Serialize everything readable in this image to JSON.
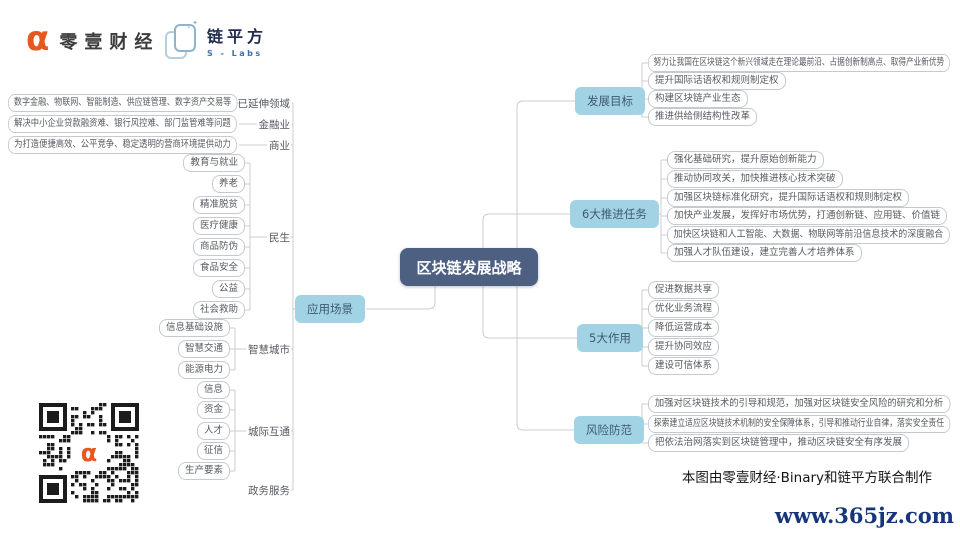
{
  "header": {
    "brand_01": {
      "logo": "α",
      "name": "零壹财经"
    },
    "brand_chainsquare": {
      "name": "链平方",
      "sublabel": "S - Labs"
    }
  },
  "footer": {
    "credit": "本图由零壹财经·Binary和链平方联合制作",
    "watermark": "www.365jz.com"
  },
  "colors": {
    "root_bg": "#4d6082",
    "root_text": "#ffffff",
    "branch_bg": "#a2d3e5",
    "branch_text": "#3e5a6e",
    "line": "#c9ccd0",
    "leaf_border": "#c6cacd",
    "leaf_text": "#565b60",
    "accent_orange": "#e8571d",
    "watermark_blue": "#16357d"
  },
  "qr": {
    "center_glyph": "α"
  },
  "mindmap": {
    "root": "区块链发展战略",
    "left_branch": {
      "label": "应用场景",
      "groups": [
        {
          "label": "已延伸领域",
          "items": [
            "数字金融、物联网、智能制造、供应链管理、数字资产交易等"
          ]
        },
        {
          "label": "金融业",
          "items": [
            "解决中小企业贷款融资难、银行风控难、部门监管难等问题"
          ]
        },
        {
          "label": "商业",
          "items": [
            "为打造便捷高效、公平竞争、稳定透明的营商环境提供动力"
          ]
        },
        {
          "label": "民生",
          "items": [
            "教育与就业",
            "养老",
            "精准脱贫",
            "医疗健康",
            "商品防伪",
            "食品安全",
            "公益",
            "社会救助"
          ]
        },
        {
          "label": "智慧城市",
          "items": [
            "信息基础设施",
            "智慧交通",
            "能源电力"
          ]
        },
        {
          "label": "城际互通",
          "items": [
            "信息",
            "资金",
            "人才",
            "征信",
            "生产要素"
          ]
        },
        {
          "label": "政务服务",
          "items": []
        }
      ]
    },
    "right_branches": [
      {
        "label": "发展目标",
        "items": [
          "努力让我国在区块链这个新兴领域走在理论最前沿、占据创新制高点、取得产业新优势",
          "提升国际话语权和规则制定权",
          "构建区块链产业生态",
          "推进供给侧结构性改革"
        ]
      },
      {
        "label": "6大推进任务",
        "items": [
          "强化基础研究，提升原始创新能力",
          "推动协同攻关，加快推进核心技术突破",
          "加强区块链标准化研究，提升国际话语权和规则制定权",
          "加快产业发展，发挥好市场优势，打通创新链、应用链、价值链",
          "加快区块链和人工智能、大数据、物联网等前沿信息技术的深度融合",
          "加强人才队伍建设，建立完善人才培养体系"
        ]
      },
      {
        "label": "5大作用",
        "items": [
          "促进数据共享",
          "优化业务流程",
          "降低运营成本",
          "提升协同效应",
          "建设可信体系"
        ]
      },
      {
        "label": "风险防范",
        "items": [
          "加强对区块链技术的引导和规范，加强对区块链安全风险的研究和分析",
          "探索建立适应区块链技术机制的安全保障体系，引导和推动行业自律，落实安全责任",
          "把依法治网落实到区块链管理中，推动区块链安全有序发展"
        ]
      }
    ]
  }
}
